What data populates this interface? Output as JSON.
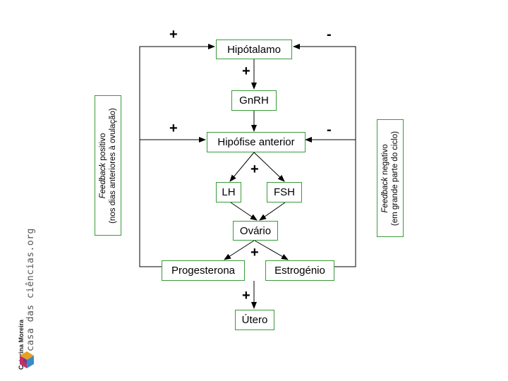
{
  "nodes": {
    "hipotalamo": "Hipótalamo",
    "gnrh": "GnRH",
    "hipofise": "Hipófise anterior",
    "lh": "LH",
    "fsh": "FSH",
    "ovario": "Ovário",
    "progesterona": "Progesterona",
    "estrogenio": "Estrogénio",
    "utero": "Útero"
  },
  "signs": {
    "plus": "+",
    "minus": "-"
  },
  "feedback_positive": {
    "term": "Feedback",
    "word": " positivo",
    "detail": "(nos dias anteriores à ovulação)"
  },
  "feedback_negative": {
    "term": "Feedback",
    "word": " negativo",
    "detail": "(em grande parte do ciclo)"
  },
  "credit": {
    "author": "Catarina Moreira",
    "site_main": "casa das ciências",
    "site_tld": ".org"
  },
  "colors": {
    "box_border": "#3a9a3a",
    "line": "#000000"
  }
}
